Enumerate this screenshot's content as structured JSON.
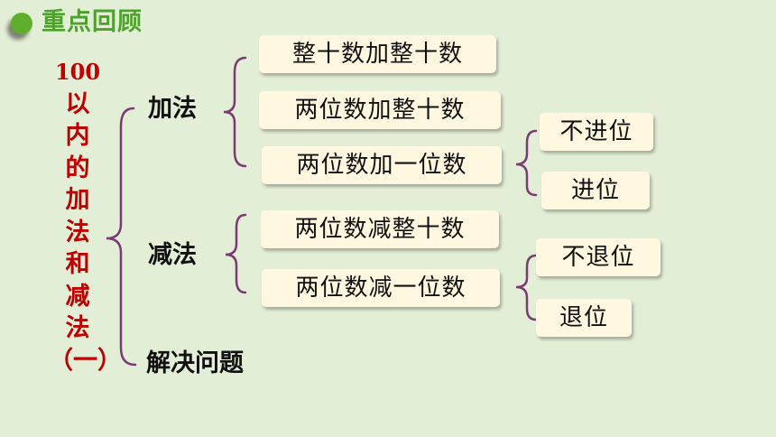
{
  "header": {
    "title": "重点回顾"
  },
  "root": {
    "lines": [
      "100",
      "以",
      "内",
      "的",
      "加",
      "法",
      "和",
      "减",
      "法",
      "（一）"
    ]
  },
  "branches": {
    "addition": {
      "label": "加法",
      "items": [
        "整十数加整十数",
        "两位数加整十数",
        "两位数加一位数"
      ],
      "sub": [
        "不进位",
        "进位"
      ]
    },
    "subtraction": {
      "label": "减法",
      "items": [
        "两位数减整十数",
        "两位数减一位数"
      ],
      "sub": [
        "不退位",
        "退位"
      ]
    },
    "problem": {
      "label": "解决问题"
    }
  },
  "colors": {
    "accent": "#4ea12c",
    "root": "#c00000",
    "bracket": "#7a3a73",
    "box": "#fff7e0"
  }
}
